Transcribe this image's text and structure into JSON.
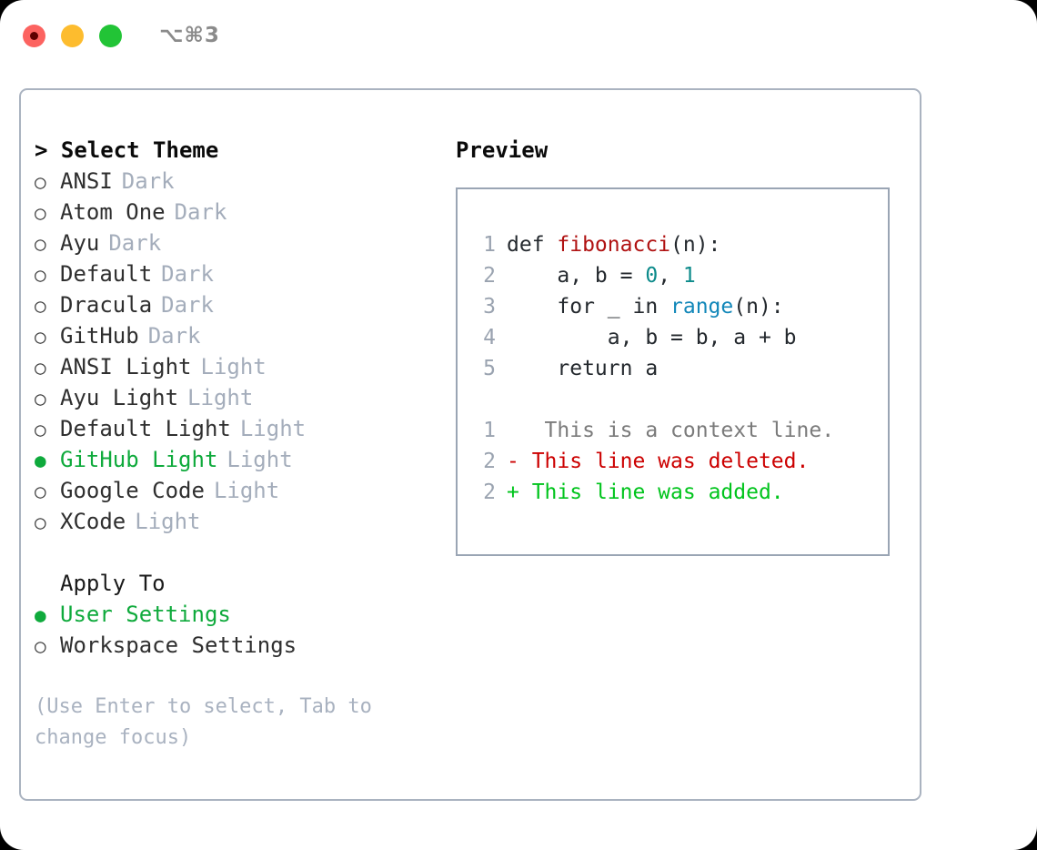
{
  "titlebar": {
    "shortcut": "⌥⌘3",
    "lights": [
      "close-red",
      "minimize-yellow",
      "maximize-green"
    ]
  },
  "theme_picker": {
    "header": "> Select Theme",
    "header_marker": ">",
    "options": [
      {
        "bullet": "○",
        "name": "ANSI",
        "tag": "Dark",
        "selected": false
      },
      {
        "bullet": "○",
        "name": "Atom One",
        "tag": "Dark",
        "selected": false
      },
      {
        "bullet": "○",
        "name": "Ayu",
        "tag": "Dark",
        "selected": false
      },
      {
        "bullet": "○",
        "name": "Default",
        "tag": "Dark",
        "selected": false
      },
      {
        "bullet": "○",
        "name": "Dracula",
        "tag": "Dark",
        "selected": false
      },
      {
        "bullet": "○",
        "name": "GitHub",
        "tag": "Dark",
        "selected": false
      },
      {
        "bullet": "○",
        "name": "ANSI Light",
        "tag": "Light",
        "selected": false
      },
      {
        "bullet": "○",
        "name": "Ayu Light",
        "tag": "Light",
        "selected": false
      },
      {
        "bullet": "○",
        "name": "Default Light",
        "tag": "Light",
        "selected": false
      },
      {
        "bullet": "●",
        "name": "GitHub Light",
        "tag": "Light",
        "selected": true
      },
      {
        "bullet": "○",
        "name": "Google Code",
        "tag": "Light",
        "selected": false
      },
      {
        "bullet": "○",
        "name": "XCode",
        "tag": "Light",
        "selected": false
      }
    ]
  },
  "apply_to": {
    "header": "Apply To",
    "options": [
      {
        "bullet": "●",
        "name": "User Settings",
        "selected": true
      },
      {
        "bullet": "○",
        "name": "Workspace Settings",
        "selected": false
      }
    ]
  },
  "hint": "(Use Enter to select, Tab to change focus)",
  "preview": {
    "title": "Preview",
    "code_lines": [
      {
        "number": "1",
        "tokens": [
          {
            "text": "def ",
            "type": "plain"
          },
          {
            "text": "fibonacci",
            "type": "fn"
          },
          {
            "text": "(n):",
            "type": "plain"
          }
        ]
      },
      {
        "number": "2",
        "tokens": [
          {
            "text": "    a, b = ",
            "type": "plain"
          },
          {
            "text": "0",
            "type": "num"
          },
          {
            "text": ", ",
            "type": "plain"
          },
          {
            "text": "1",
            "type": "num"
          }
        ]
      },
      {
        "number": "3",
        "tokens": [
          {
            "text": "    for _ in ",
            "type": "plain"
          },
          {
            "text": "range",
            "type": "call"
          },
          {
            "text": "(n):",
            "type": "plain"
          }
        ]
      },
      {
        "number": "4",
        "tokens": [
          {
            "text": "        a, b = b, a + b",
            "type": "plain"
          }
        ]
      },
      {
        "number": "5",
        "tokens": [
          {
            "text": "    return a",
            "type": "plain"
          }
        ]
      }
    ],
    "diff_lines": [
      {
        "number": "1",
        "marker": " ",
        "text": "  This is a context line.",
        "kind": "context"
      },
      {
        "number": "2",
        "marker": "-",
        "text": " This line was deleted.",
        "kind": "deleted"
      },
      {
        "number": "2",
        "marker": "+",
        "text": " This line was added.",
        "kind": "added"
      }
    ]
  },
  "colors": {
    "accent_green": "#0faa3c",
    "diff_add": "#00c41c",
    "diff_del": "#cc0000",
    "function_red": "#b01212",
    "number_teal": "#0d8b8b",
    "call_blue": "#1287b9",
    "muted_gray": "#a4adbb",
    "border": "#aab3c0"
  }
}
